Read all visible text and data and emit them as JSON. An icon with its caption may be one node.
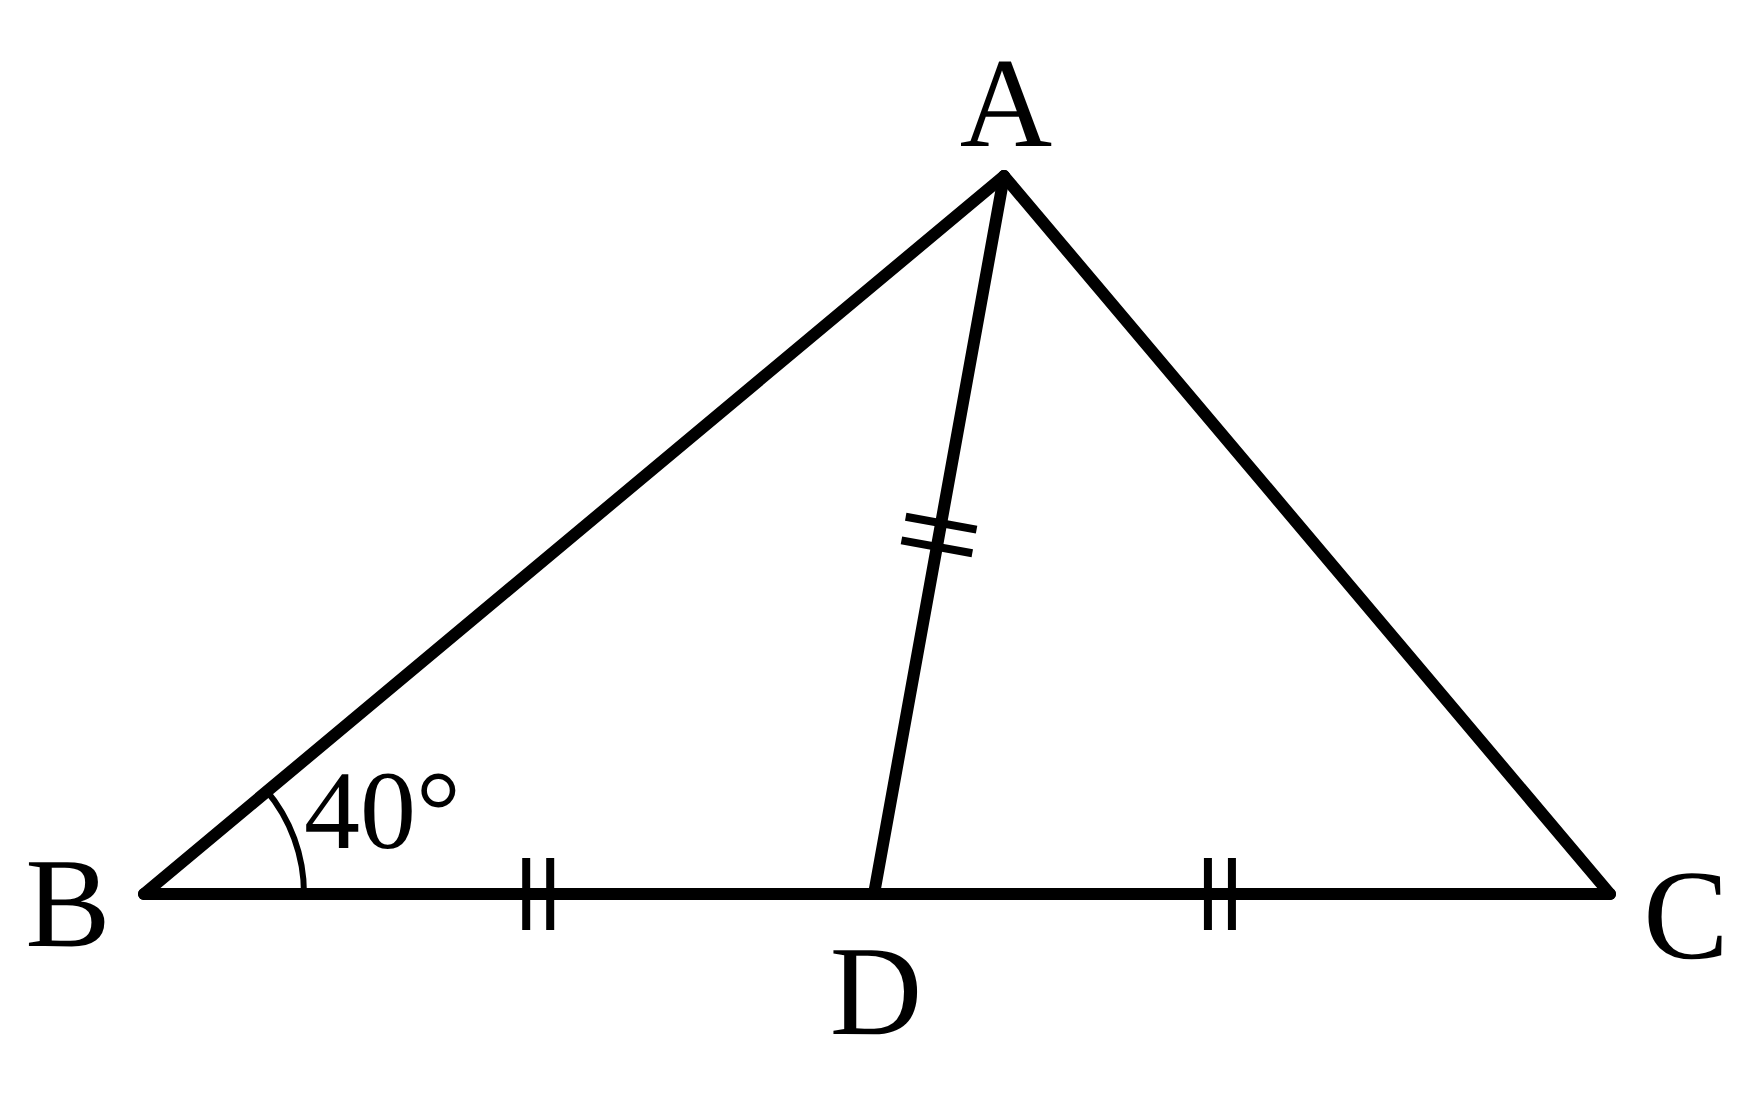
{
  "diagram": {
    "nodes": [
      {
        "text": [
          "A"
        ]
      },
      {
        "text": [
          "B"
        ]
      },
      {
        "text": [
          "C"
        ]
      },
      {
        "text": [
          "D"
        ]
      }
    ],
    "edges": [
      {
        "from": 0,
        "to": 1,
        "arrow": "none"
      },
      {
        "from": 0,
        "to": 2,
        "arrow": "none"
      },
      {
        "from": 1,
        "to": 3,
        "arrow": "none"
      },
      {
        "from": 3,
        "to": 2,
        "arrow": "none"
      },
      {
        "from": 0,
        "to": 3,
        "arrow": "none"
      }
    ],
    "labels": [
      "40°"
    ]
  }
}
